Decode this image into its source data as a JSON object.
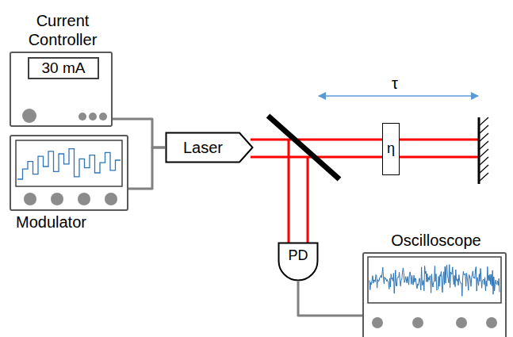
{
  "diagram": {
    "nodes": [
      {
        "text": [
          "Current Controller"
        ]
      },
      {
        "text": [
          "30 mA"
        ],
        "in": 0
      },
      {
        "text": [
          "Modulator"
        ]
      },
      {
        "text": [
          "Laser"
        ]
      },
      {
        "text": [
          "η"
        ]
      },
      {
        "text": [
          "PD"
        ]
      },
      {
        "text": [
          "Oscilloscope"
        ]
      }
    ],
    "edges": [
      {
        "from": 0,
        "to": 3,
        "arrow": "none"
      },
      {
        "from": 2,
        "to": 3,
        "arrow": "none"
      },
      {
        "from": 5,
        "to": 6,
        "arrow": "none"
      }
    ],
    "labels": [
      "τ"
    ]
  }
}
